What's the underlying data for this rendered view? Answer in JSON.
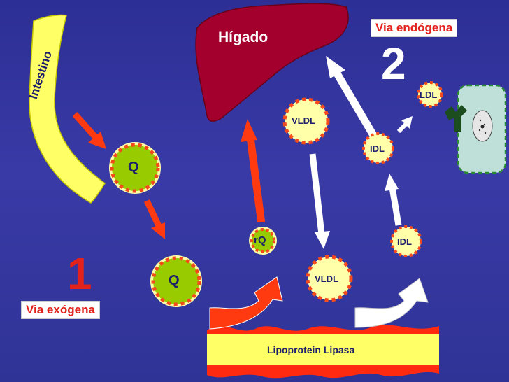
{
  "diagram": {
    "organs": {
      "intestine": "Intestino",
      "liver": "Hígado"
    },
    "pathways": {
      "exogenous": {
        "number": "1",
        "label": "Via exógena"
      },
      "endogenous": {
        "number": "2",
        "label": "Via endógena"
      }
    },
    "particles": {
      "q_top": "Q",
      "q_bottom": "Q",
      "rq": "rQ",
      "vldl_top": "VLDL",
      "vldl_bottom": "VLDL",
      "idl_top": "IDL",
      "idl_bottom": "IDL",
      "ldl": "LDL"
    },
    "enzyme": "Lipoprotein Lipasa",
    "colors": {
      "background": "#2f3396",
      "liver": "#a4002d",
      "intestine": "#ffff66",
      "particle_fill": "#99cc00",
      "particle_halo": "#ffffaa",
      "particle_spikes": "#f44a1c",
      "arrow_red": "#ff3a10",
      "arrow_white": "#ffffff",
      "label_text": "#1d1f6b",
      "pathway_text": "#e2221b",
      "cell_fill": "#bfe0d8",
      "cell_border": "#2a8a34",
      "receptor": "#1b4d1e"
    }
  }
}
